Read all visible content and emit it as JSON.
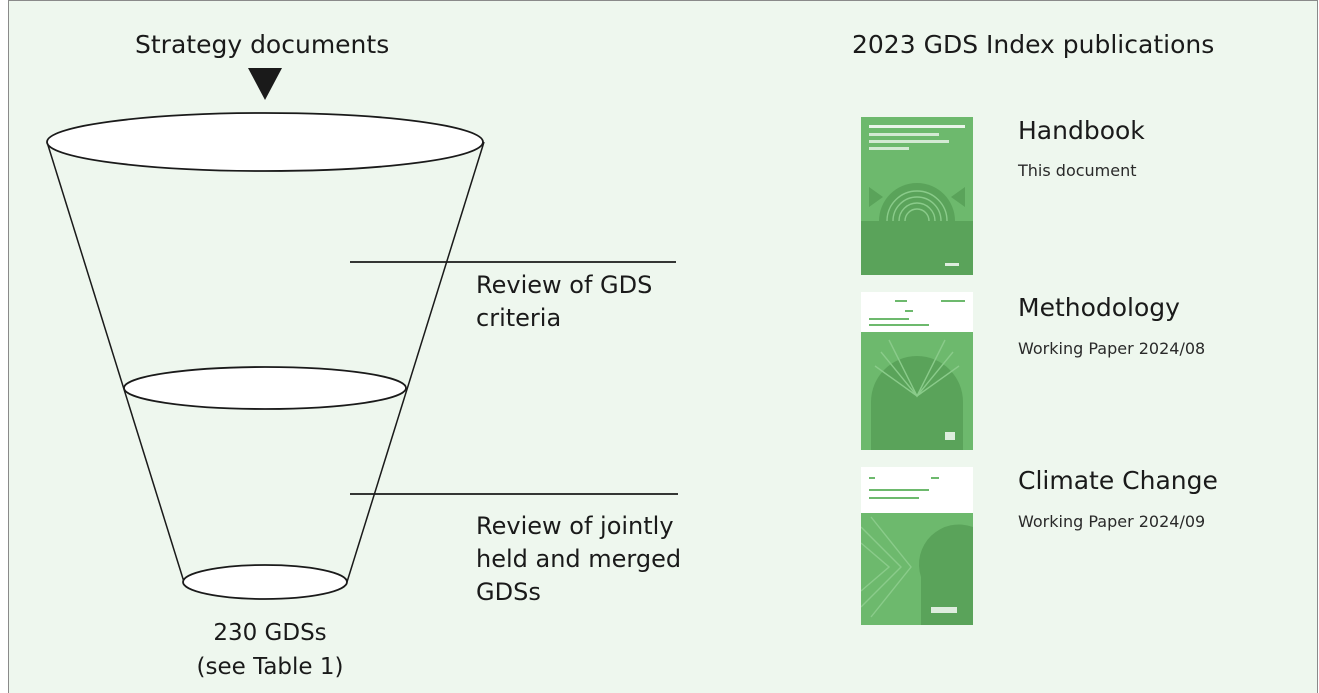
{
  "funnel": {
    "title": "Strategy documents",
    "stages": [
      {
        "label": "Review of GDS criteria"
      },
      {
        "label": "Review of jointly held and merged GDSs"
      }
    ],
    "result": {
      "count": "230 GDSs",
      "note": "(see Table 1)"
    }
  },
  "publications": {
    "title": "2023 GDS Index publications",
    "items": [
      {
        "name": "Handbook",
        "subtitle": "This document",
        "cover_color": "#6db96d"
      },
      {
        "name": "Methodology",
        "subtitle": "Working Paper 2024/08",
        "cover_color": "#6db96d"
      },
      {
        "name": "Climate Change",
        "subtitle": "Working Paper 2024/09",
        "cover_color": "#6db96d"
      }
    ]
  },
  "colors": {
    "background": "#eef7ee",
    "line": "#1a1a1a",
    "cover_light": "#6db96d",
    "cover_dark": "#5aa35a"
  }
}
